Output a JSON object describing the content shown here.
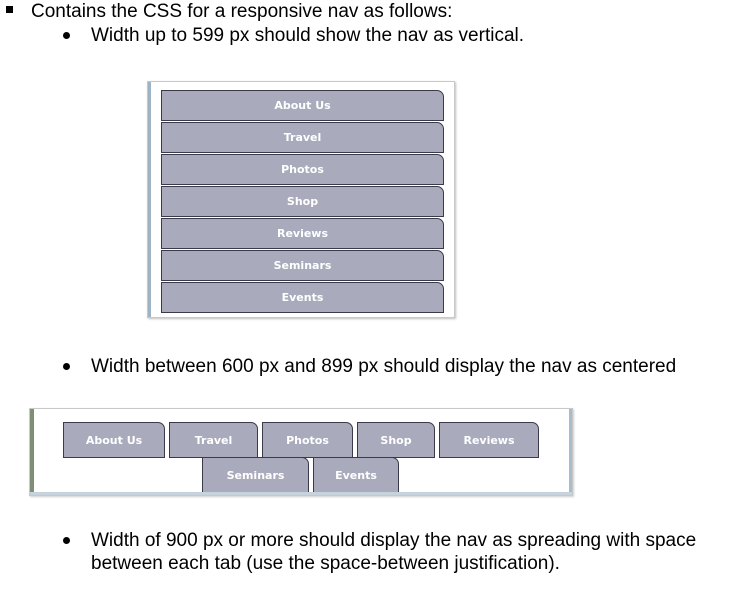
{
  "bullets": {
    "intro": "Contains the CSS for a responsive nav as follows:",
    "vertical": "Width up to 599 px should show the nav as vertical.",
    "centered": "Width between 600 px and 899 px should display the nav as centered",
    "spread_line1": "Width of 900 px or more should display the nav as spreading with space",
    "spread_line2": "between each tab (use the space-between justification)."
  },
  "nav": {
    "items": [
      "About Us",
      "Travel",
      "Photos",
      "Shop",
      "Reviews",
      "Seminars",
      "Events"
    ]
  },
  "colors": {
    "tab_fill": "#a9abbd",
    "tab_border": "#3a3a4a",
    "tab_text": "#ffffff"
  }
}
